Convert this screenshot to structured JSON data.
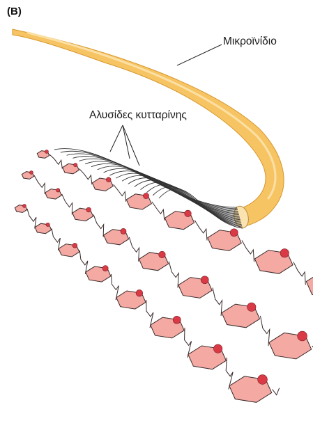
{
  "panel_label": "(B)",
  "labels": {
    "microfibril": "Μικροϊνίδιο",
    "cellulose_chains": "Αλυσίδες κυτταρίνης"
  },
  "colors": {
    "microfibril_fill": "#f7c463",
    "microfibril_edge": "#d7962c",
    "ring_fill": "#fbe3b0",
    "sugar_ring_fill": "#f4a9a3",
    "sugar_ring_stroke": "#3a2a2a",
    "oh_group": "#d93a46",
    "cellulose_line": "#333333"
  }
}
